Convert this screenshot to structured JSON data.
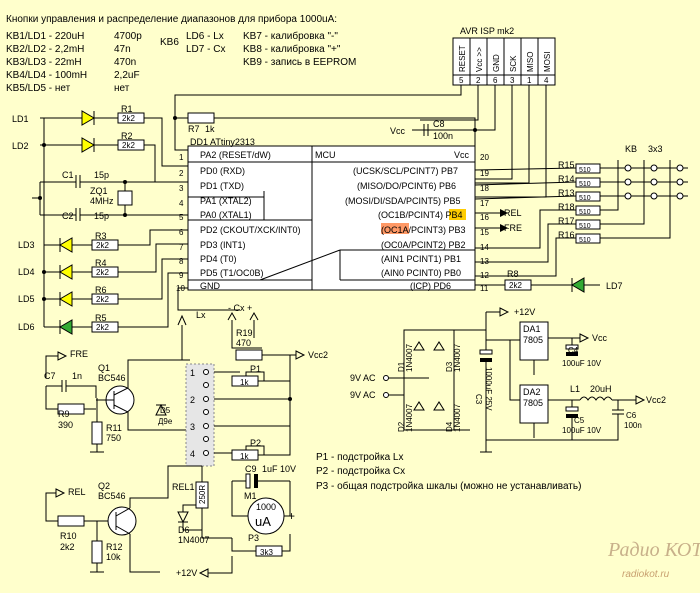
{
  "header": {
    "title": "Кнопки управления и распределение диапазонов для прибора 1000uA:",
    "table": [
      [
        "KB1/LD1 - 220uH",
        "4700p"
      ],
      [
        "KB2/LD2 - 2,2mH",
        "47n"
      ],
      [
        "KB3/LD3 - 22mH",
        "470n"
      ],
      [
        "KB4/LD4 - 100mH",
        "2,2uF"
      ],
      [
        "KB5/LD5 - нет",
        "нет"
      ]
    ],
    "kb6": "KB6",
    "legend": [
      "LD6 - Lx",
      "LD7 - Cx"
    ],
    "keys": [
      "KB7 - калибровка \"-\"",
      "KB8 - калибровка \"+\"",
      "KB9 - запись в EEPROM"
    ]
  },
  "mcu": {
    "name": "DD1   ATtiny2313",
    "block": "MCU",
    "vcc": "Vcc",
    "gnd": "GND",
    "left_pins": [
      {
        "num": "1",
        "label": "PA2 (RESET/dW)"
      },
      {
        "num": "2",
        "label": "PD0 (RXD)"
      },
      {
        "num": "3",
        "label": "PD1 (TXD)"
      },
      {
        "num": "4",
        "label": "PA1 (XTAL2)"
      },
      {
        "num": "5",
        "label": "PA0 (XTAL1)"
      },
      {
        "num": "6",
        "label": "PD2 (CKOUT/XCK/INT0)"
      },
      {
        "num": "7",
        "label": "PD3 (INT1)"
      },
      {
        "num": "8",
        "label": "PD4 (T0)"
      },
      {
        "num": "9",
        "label": "PD5 (T1/OC0B)"
      },
      {
        "num": "10",
        "label": "GND"
      }
    ],
    "right_pins": [
      {
        "num": "20",
        "label": "Vcc"
      },
      {
        "num": "19",
        "label": "(UCSK/SCL/PCINT7) PB7"
      },
      {
        "num": "18",
        "label": "(MISO/DO/PCINT6) PB6"
      },
      {
        "num": "17",
        "label": "(MOSI/DI/SDA/PCINT5) PB5"
      },
      {
        "num": "16",
        "label": "(OC1B/PCINT4) PB4"
      },
      {
        "num": "15",
        "label": "(OC1A/PCINT3) PB3"
      },
      {
        "num": "14",
        "label": "(OC0A/PCINT2) PB2"
      },
      {
        "num": "13",
        "label": "(AIN1   PCINT1) PB1"
      },
      {
        "num": "12",
        "label": "(AIN0   PCINT0) PB0"
      },
      {
        "num": "11",
        "label": "(ICP) PD6"
      }
    ]
  },
  "isp": {
    "title": "AVR ISP mk2",
    "pins": [
      "RESET",
      "Vcc >>",
      "GND",
      "SCK",
      "MISO",
      "MOSI"
    ],
    "nums": [
      "5",
      "2",
      "6",
      "3",
      "1",
      "4"
    ]
  },
  "comp": {
    "ld": [
      "LD1",
      "LD2",
      "LD3",
      "LD4",
      "LD5",
      "LD6",
      "LD7"
    ],
    "r_top": [
      "R1",
      "R2",
      "R7"
    ],
    "r_led": [
      "R3",
      "R4",
      "R6",
      "R5"
    ],
    "r_top_val": [
      "2k2",
      "2k2",
      "1k"
    ],
    "r_led_val": [
      "2k2",
      "2k2",
      "2k2",
      "2k2"
    ],
    "r8": "R8",
    "r8v": "2k2",
    "c1": "C1",
    "c1v": "15p",
    "c2": "C2",
    "c2v": "15p",
    "zq": "ZQ1",
    "zqv": "4MHz",
    "c8": "C8",
    "c8v": "100n",
    "vcc": "Vcc",
    "rel": "REL",
    "fre": "FRE",
    "kb": "KB",
    "kb3x3": "3x3",
    "rb_names": [
      "R15",
      "R14",
      "R13",
      "R18",
      "R17",
      "R16"
    ],
    "rb_val": "510",
    "pin_nums_left": [
      "1",
      "2",
      "3",
      "4",
      "5",
      "6",
      "7",
      "8",
      "9",
      "10"
    ],
    "pin_nums_right": [
      "20",
      "19",
      "18",
      "17",
      "16",
      "15",
      "14",
      "13",
      "12",
      "11"
    ]
  },
  "analog": {
    "fre": "FRE",
    "rel": "REL",
    "c7": "C7",
    "c7v": "1n",
    "q1": "Q1",
    "q1v": "BC546",
    "q2": "Q2",
    "q2v": "BC546",
    "r9": "R9",
    "r9v": "390",
    "r11": "R11",
    "r11v": "750",
    "r10": "R10",
    "r10v": "2k2",
    "r12": "R12",
    "r12v": "10k",
    "d5": "D5",
    "d5v": "Д9е",
    "lx": "Lx",
    "cx": "- Cx +",
    "r19": "R19",
    "r19v": "470",
    "p1": "P1",
    "p1v": "1k",
    "p2": "P2",
    "p2v": "1k",
    "p3": "P3",
    "p3v": "3k3",
    "vcc2": "Vcc2",
    "sw": [
      "1",
      "2",
      "3",
      "4"
    ],
    "c9": "C9",
    "c9v": "1uF 10V",
    "m1": "M1",
    "m1v": "1000",
    "m1u": "uA",
    "rel1": "REL1",
    "rel1v": "250R",
    "d6": "D6",
    "d6v": "1N4007",
    "p12v": "+12V"
  },
  "power": {
    "p12v": "+12V",
    "vac1": "9V AC",
    "vac2": "9V AC",
    "d1": "D1",
    "d2": "D2",
    "d3": "D3",
    "d4": "D4",
    "dv": "1N4007",
    "c3": "C3",
    "c3v": "1000uF 25V",
    "da1": "DA1",
    "da1v": "7805",
    "da2": "DA2",
    "da2v": "7805",
    "c4": "C4",
    "c4v": "100uF 10V",
    "c5": "C5",
    "c5v": "100uF 10V",
    "c6": "C6",
    "c6v": "100n",
    "l1": "L1",
    "l1v": "20uH",
    "vcc": "Vcc",
    "vcc2": "Vcc2"
  },
  "notes": [
    "P1 - подстройка Lx",
    "P2 - подстройка Cx",
    "P3 - общая подстройка шкалы (можно не устанавливать)"
  ],
  "watermark": {
    "brand": "Радио КОТ",
    "url": "radiokot.ru"
  }
}
